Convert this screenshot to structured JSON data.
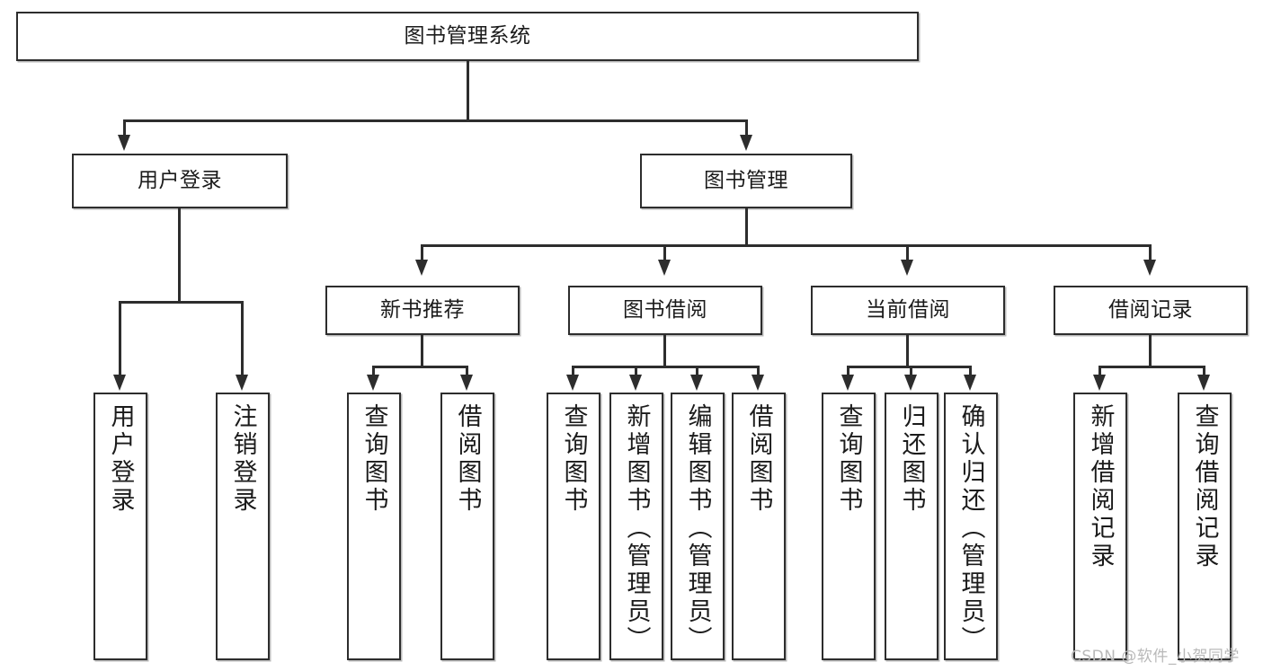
{
  "diagram": {
    "title": "图书管理系统",
    "type": "tree",
    "root": {
      "label": "图书管理系统"
    },
    "level2": [
      {
        "label": "用户登录"
      },
      {
        "label": "图书管理"
      }
    ],
    "level3": [
      {
        "label": "新书推荐"
      },
      {
        "label": "图书借阅"
      },
      {
        "label": "当前借阅"
      },
      {
        "label": "借阅记录"
      }
    ],
    "leaves": {
      "user_login": [
        {
          "label": "用户登录"
        },
        {
          "label": "注销登录"
        }
      ],
      "new_book_recommend": [
        {
          "label": "查询图书"
        },
        {
          "label": "借阅图书"
        }
      ],
      "book_borrow": [
        {
          "label": "查询图书"
        },
        {
          "label": "新增图书（管理员）"
        },
        {
          "label": "编辑图书（管理员）"
        },
        {
          "label": "借阅图书"
        }
      ],
      "current_borrow": [
        {
          "label": "查询图书"
        },
        {
          "label": "归还图书"
        },
        {
          "label": "确认归还（管理员）"
        }
      ],
      "borrow_record": [
        {
          "label": "新增借阅记录"
        },
        {
          "label": "查询借阅记录"
        }
      ]
    }
  },
  "watermark": {
    "text": "CSDN @软件_小贺同学"
  },
  "colors": {
    "stroke": "#2d2d2d",
    "fill": "#ffffff",
    "text": "#1b1b1b",
    "watermark": "#b9b9b9"
  }
}
